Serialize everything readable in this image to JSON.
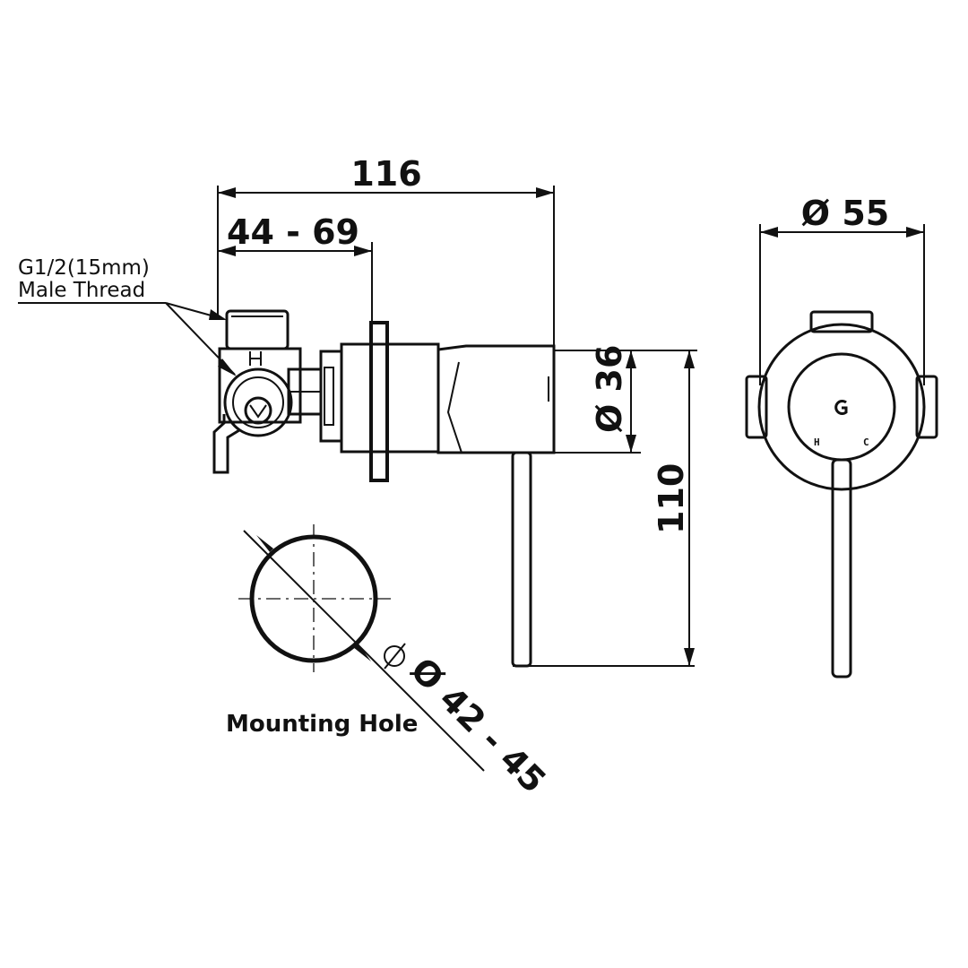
{
  "dimensions": {
    "overall_depth": "116",
    "adjustable_depth": "44 - 69",
    "plate_diameter": "Ø 55",
    "outlet_diameter": "Ø 36",
    "lever_height": "110",
    "mounting_hole_diameter": "Ø 42 - 45"
  },
  "labels": {
    "thread_line1": "G1/2(15mm)",
    "thread_line2": "Male Thread",
    "mounting_hole": "Mounting Hole",
    "hot_mark": "H",
    "cold_mark": "C"
  },
  "icons": {
    "diameter_symbol": "diameter-symbol",
    "logo": "brand-logo-icon"
  },
  "colors": {
    "line": "#111111",
    "background": "#ffffff"
  }
}
